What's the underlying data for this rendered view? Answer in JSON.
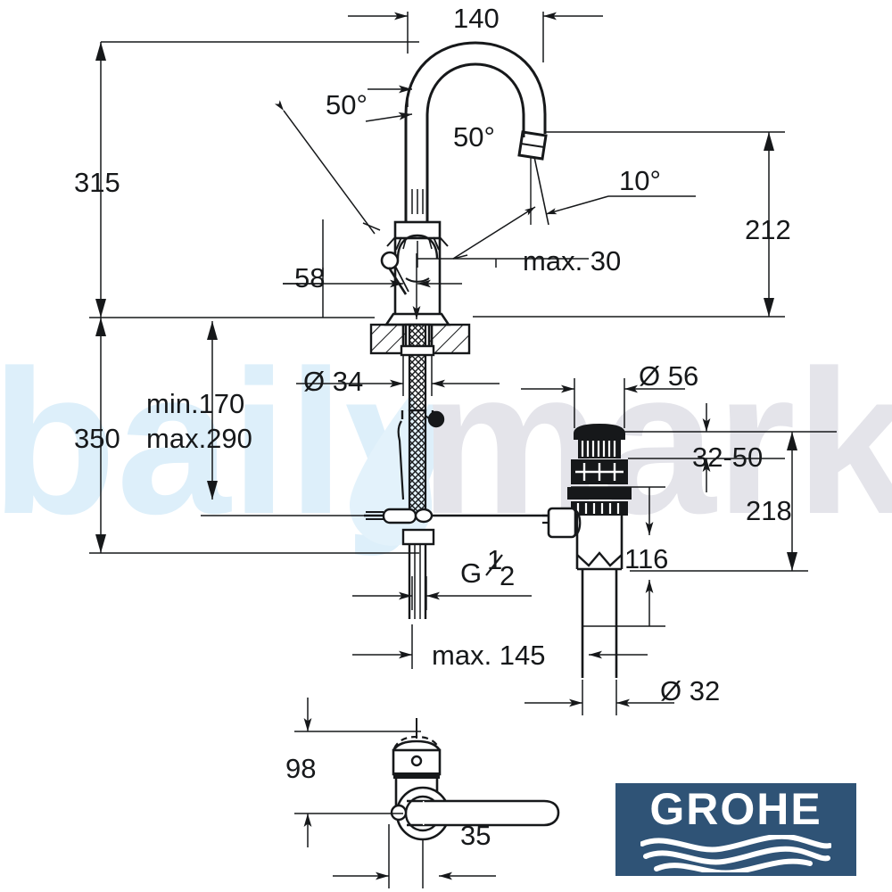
{
  "document": {
    "type": "technical-dimension-drawing",
    "subject": "GROHE single-lever basin mixer with pop-up waste",
    "background_color": "#ffffff",
    "line_color": "#16181a"
  },
  "watermark": {
    "text_left": "baily",
    "text_right": "marka",
    "color_left": "#dceef9",
    "color_right": "#e2e2e8",
    "droplet_color": "#dff0fa"
  },
  "dimensions": {
    "overall_height": "315",
    "spout_reach": "140",
    "spout_height": "212",
    "handle_clearance": "58",
    "swivel_left": "50°",
    "swivel_arc": "50°",
    "aerator_angle": "10°",
    "countertop_thickness": "max. 30",
    "shank_diameter": "Ø 34",
    "total_with_hoses": "350",
    "hose_min": "min.170",
    "hose_max": "max.290",
    "thread_size_prefix": "G",
    "thread_size_num": "1",
    "thread_size_den": "2",
    "hose_max_length": "max. 145",
    "waste_flange_diameter": "Ø 56",
    "waste_adjust_range": "32-50",
    "waste_total_height": "218",
    "waste_tailpipe_height": "116",
    "waste_tailpipe_diameter": "Ø 32",
    "handle_view_height": "98",
    "handle_view_offset": "35"
  },
  "logo": {
    "brand": "GROHE",
    "background_color": "#2f5376",
    "text_color": "#ffffff"
  }
}
